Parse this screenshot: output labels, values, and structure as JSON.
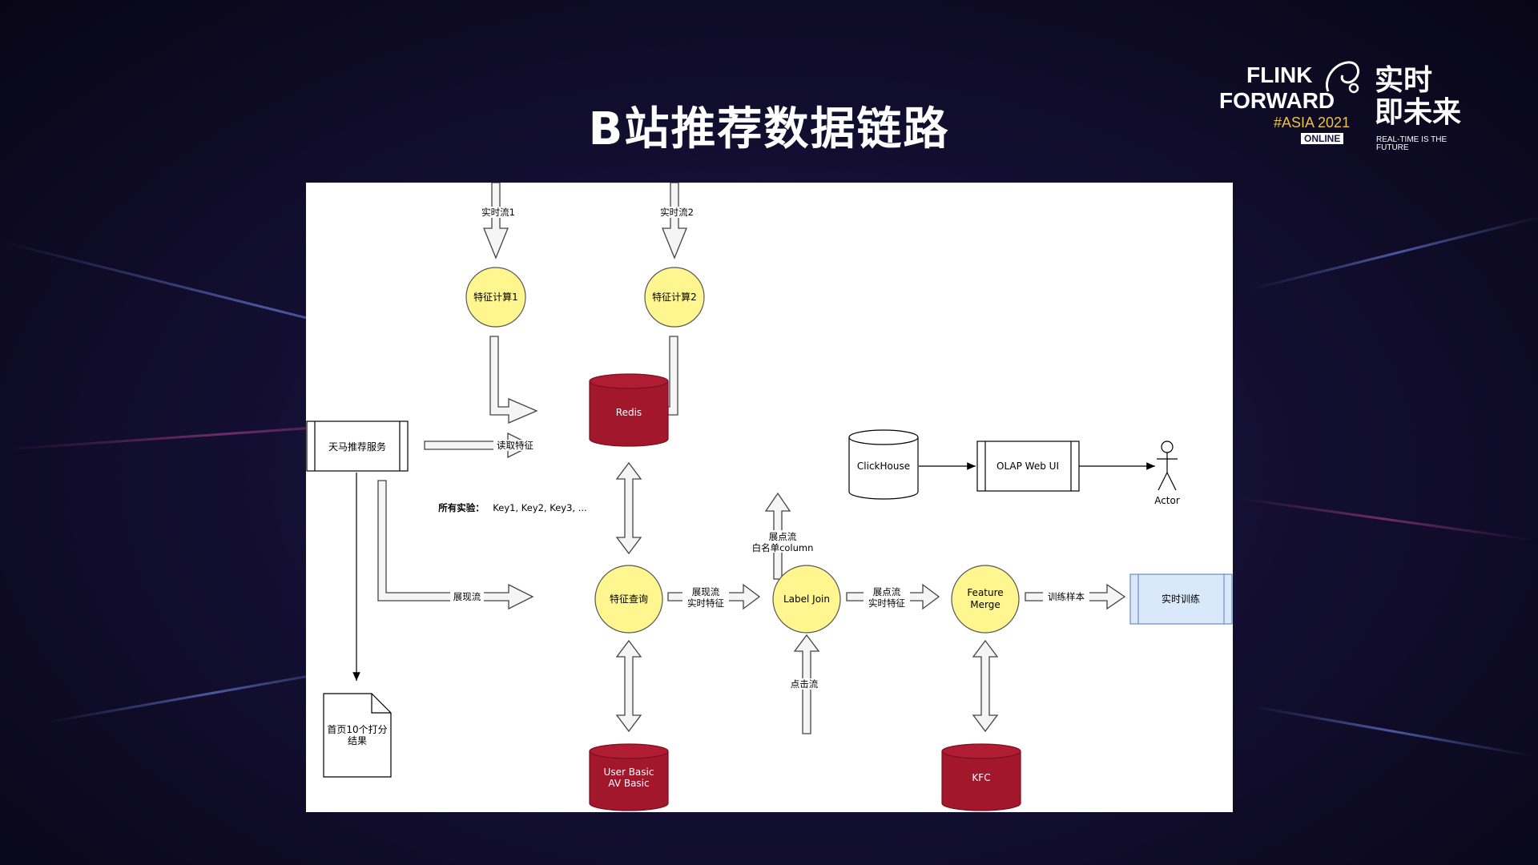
{
  "slide": {
    "title": "B站推荐数据链路"
  },
  "logo": {
    "line1": "FLINK",
    "line2": "FORWARD",
    "event": "#ASIA 2021",
    "badge": "ONLINE",
    "slogan_line1": "实时",
    "slogan_line2": "即未来",
    "slogan_en": "REAL-TIME IS THE FUTURE"
  },
  "diagram": {
    "nodes": {
      "tianma": "天马推荐服务",
      "feature_calc_1": "特征计算1",
      "feature_calc_2": "特征计算2",
      "redis": "Redis",
      "feature_query": "特征查询",
      "label_join": "Label Join",
      "feature_merge_1": "Feature",
      "feature_merge_2": "Merge",
      "realtime_training": "实时训练",
      "user_basic_1": "User Basic",
      "user_basic_2": "AV Basic",
      "kfc": "KFC",
      "clickhouse": "ClickHouse",
      "olap": "OLAP Web UI",
      "actor": "Actor",
      "result_doc_1": "首页10个打分",
      "result_doc_2": "结果"
    },
    "edges": {
      "stream1": "实时流1",
      "stream2": "实时流2",
      "read_feature": "读取特征",
      "all_experiments_label": "所有实验：",
      "all_experiments_keys": "Key1, Key2, Key3, ...",
      "impression_stream": "展现流",
      "query_to_join_1": "展现流",
      "query_to_join_2": "实时特征",
      "join_to_merge_1": "展点流",
      "join_to_merge_2": "实时特征",
      "to_clickhouse_1": "展点流",
      "to_clickhouse_2": "白名单column",
      "click_stream": "点击流",
      "training_samples": "训练样本"
    },
    "colors": {
      "yellow_node": "#fff68f",
      "red_db": "#a2172b",
      "blue_box": "#dae8fc",
      "arrow_fill": "#f5f5f5"
    }
  }
}
